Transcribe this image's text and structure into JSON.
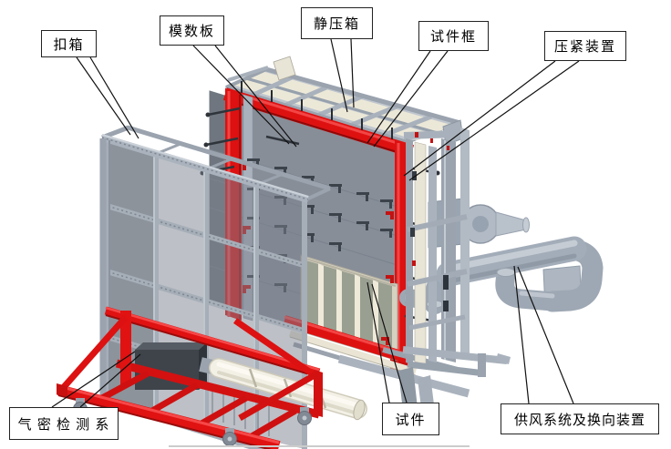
{
  "diagram": {
    "type": "labeled-3d-cad-illustration",
    "callouts": {
      "clamp_box": "扣箱",
      "modular_panel": "模数板",
      "static_pressure_box": "静压箱",
      "specimen_frame": "试件框",
      "pressing_device": "压紧装置",
      "airtightness_detection": "气 密 检 测 系",
      "specimen": "试件",
      "air_supply_system": "供风系统及换向装置"
    },
    "colors": {
      "accent_red": "#de1111",
      "frame_gray": "#a6aeb8",
      "panel_gray": "#878e98",
      "cream": "#ece8d8",
      "pipe_gray": "#a3adb9",
      "cylinder_white": "#f3f0e6",
      "leader_line": "#111111",
      "background": "#ffffff"
    }
  }
}
